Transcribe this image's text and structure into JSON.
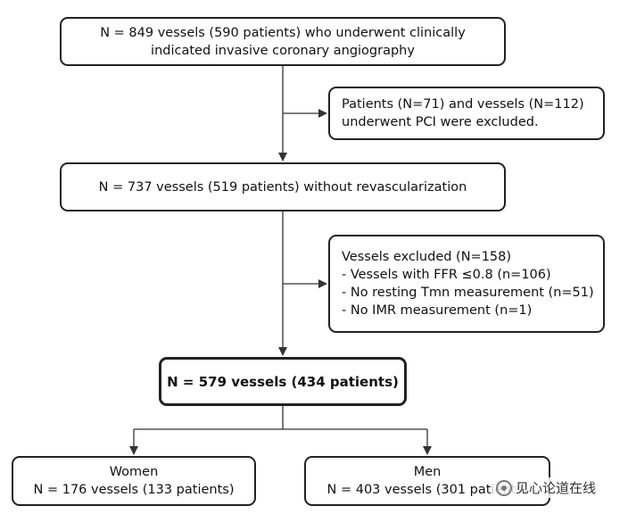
{
  "boxes": {
    "initial": {
      "line1": "N = 849 vessels (590 patients) who underwent clinically",
      "line2": "indicated invasive coronary angiography"
    },
    "excluded_pci": {
      "line1": "Patients (N=71) and vessels (N=112)",
      "line2": "underwent PCI were excluded."
    },
    "no_revasc": {
      "line1": "N = 737 vessels (519 patients) without revascularization"
    },
    "excluded_vessels": {
      "title": "Vessels excluded (N=158)",
      "items": [
        "- Vessels with FFR ≤0.8 (n=106)",
        "- No resting Tmn measurement (n=51)",
        "- No IMR measurement (n=1)"
      ]
    },
    "final": {
      "line1": "N = 579 vessels (434 patients)"
    },
    "women": {
      "title": "Women",
      "line2": "N = 176 vessels (133 patients)"
    },
    "men": {
      "title": "Men",
      "line2": "N = 403 vessels (301 patients)"
    }
  },
  "watermark": {
    "text": "见心论道在线",
    "icon": "wechat-logo-icon"
  },
  "colors": {
    "line": "#333333",
    "border": "#222222"
  }
}
